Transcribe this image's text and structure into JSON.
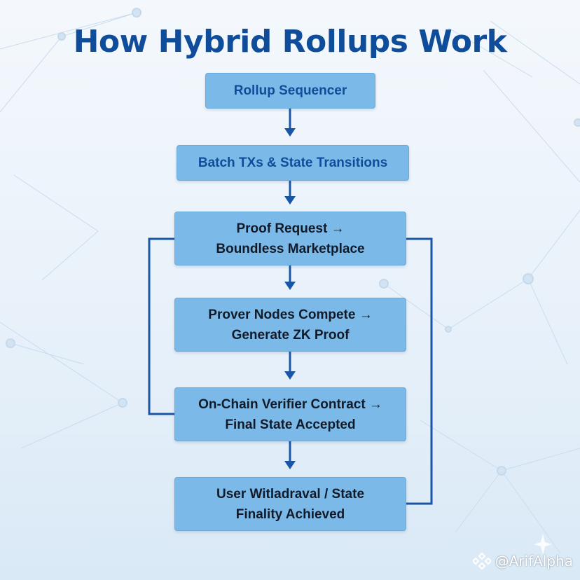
{
  "title": "How Hybrid Rollups Work",
  "nodes": {
    "sequencer": "Rollup Sequencer",
    "batch": "Batch TXs & State Transitions",
    "proof_request": [
      "Proof Request →",
      "Boundless Marketplace"
    ],
    "prover_nodes": [
      "Prover Nodes Compete →",
      "Generate ZK Proof"
    ],
    "verifier": [
      "On-Chain Verifier Contract →",
      "Final State Accepted"
    ],
    "finality": [
      "User Witladraval / State",
      "Finality Achieved"
    ]
  },
  "watermark": {
    "handle": "@ArifAlpha",
    "logo_icon": "binance-square-icon"
  },
  "colors": {
    "title": "#0f4d9a",
    "node_fill": "#7bb9e8",
    "node_border": "#6aa9dc",
    "arrow": "#1a56a6",
    "background_top": "#f4f8fc",
    "background_bottom": "#d9e9f6"
  }
}
